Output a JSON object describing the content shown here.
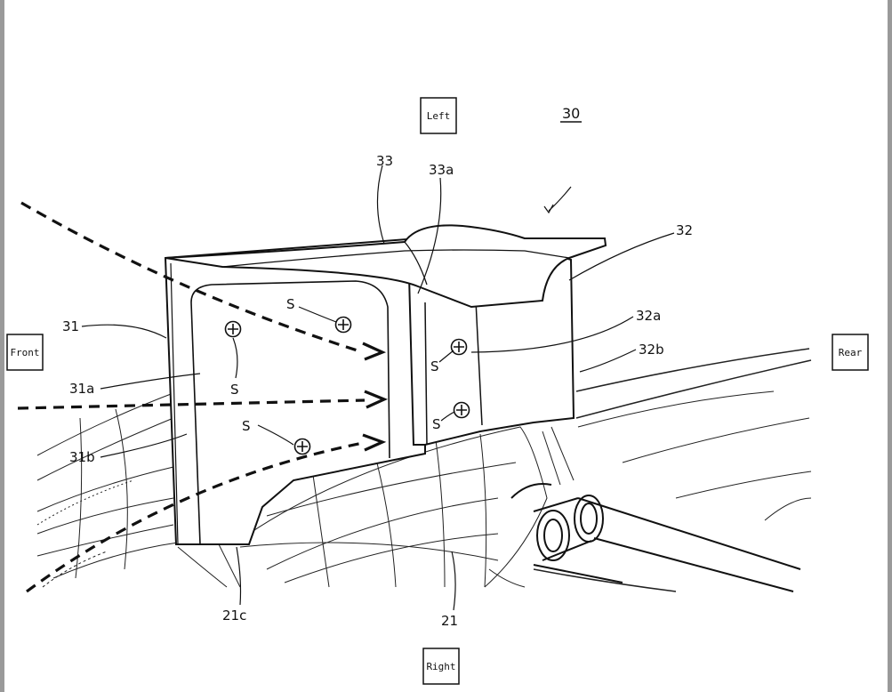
{
  "directions": {
    "left": "Left",
    "right": "Right",
    "front": "Front",
    "rear": "Rear"
  },
  "references": {
    "assembly": "30",
    "part_31": "31",
    "part_31a": "31a",
    "part_31b": "31b",
    "part_32": "32",
    "part_32a": "32a",
    "part_32b": "32b",
    "part_33": "33",
    "part_33a": "33a",
    "part_21": "21",
    "part_21c": "21c",
    "screw": "S"
  },
  "colors": {
    "ink": "#111111",
    "paper": "#ffffff"
  }
}
